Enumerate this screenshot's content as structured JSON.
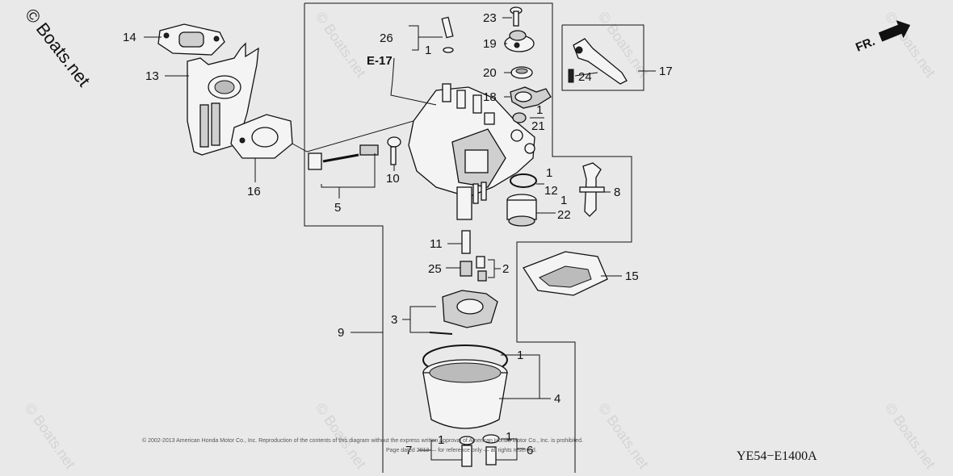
{
  "watermark": "© Boats.net",
  "faint_watermark": "© Boats.net",
  "direction_label": "FR.",
  "diagram_code": "YE54−E1400A",
  "reference_label": "E-17",
  "copyright_line1": "© 2002-2013 American Honda Motor Co., Inc. Reproduction of the contents of this diagram without the express written approval of American Honda Motor Co., Inc. is prohibited.",
  "copyright_line2": "Page dated 2013 — for reference only — all rights reserved.",
  "callouts": {
    "c1a": "1",
    "c1b": "1",
    "c1c": "1",
    "c1d": "1",
    "c1e": "1",
    "c1f": "1",
    "c1g": "1",
    "c2": "2",
    "c3": "3",
    "c4": "4",
    "c5": "5",
    "c6": "6",
    "c7": "7",
    "c8": "8",
    "c9": "9",
    "c10": "10",
    "c11": "11",
    "c12": "12",
    "c13": "13",
    "c14": "14",
    "c15": "15",
    "c16": "16",
    "c17": "17",
    "c18": "18",
    "c19": "19",
    "c20": "20",
    "c21": "21",
    "c22": "22",
    "c23": "23",
    "c24": "24",
    "c25": "25",
    "c26": "26"
  },
  "icons": {
    "direction_arrow": "front-direction-arrow-icon"
  }
}
